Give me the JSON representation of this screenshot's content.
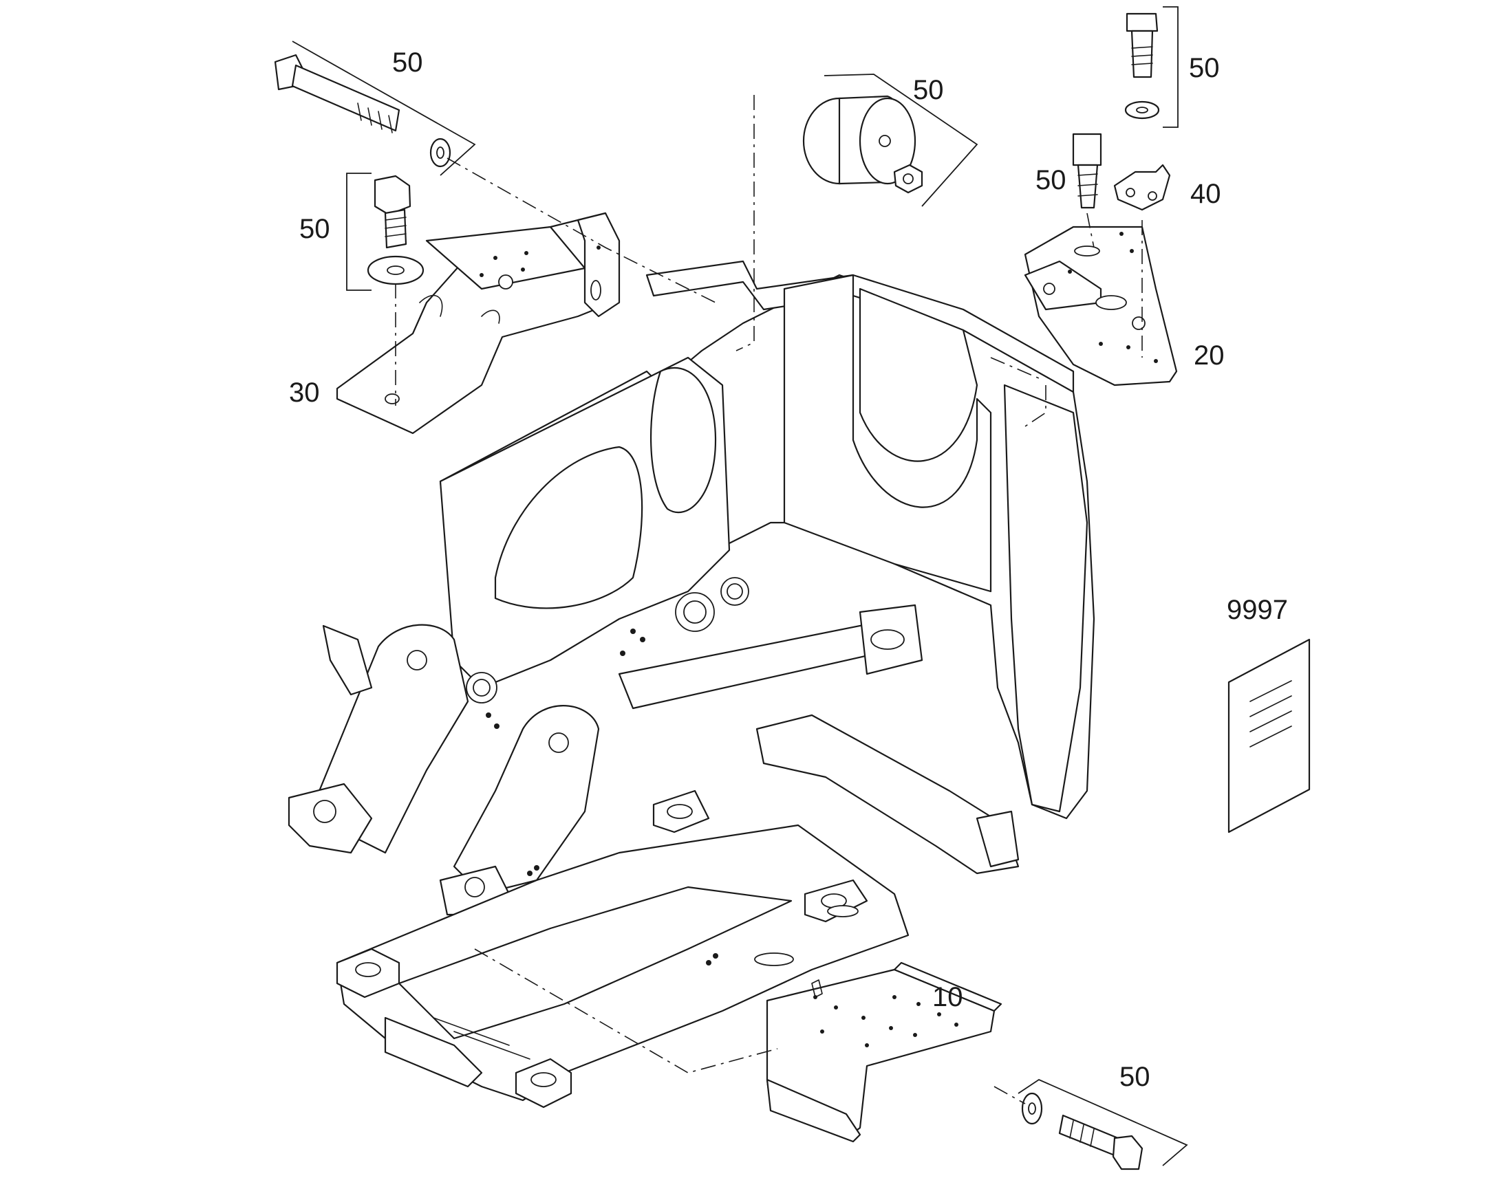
{
  "callouts": {
    "c50_top_left": "50",
    "c50_left_bolt": "50",
    "c30": "30",
    "c50_disc": "50",
    "c50_top_right": "50",
    "c50_right_bolt": "50",
    "c40": "40",
    "c20": "20",
    "c9997": "9997",
    "c10": "10",
    "c50_bottom": "50"
  }
}
